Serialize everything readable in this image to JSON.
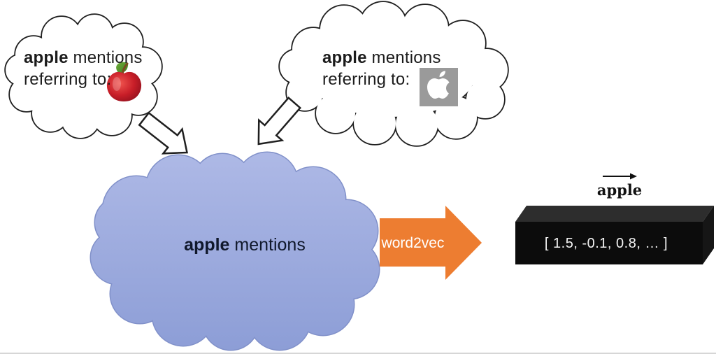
{
  "thought_cloud_left": {
    "line1_bold": "apple",
    "line1_rest": " mentions",
    "line2": "referring to:",
    "icon": "red-apple-photo"
  },
  "thought_cloud_right": {
    "line1_bold": "apple",
    "line1_rest": " mentions",
    "line2": "referring to:",
    "icon": "apple-company-logo"
  },
  "main_cloud": {
    "bold": "apple",
    "rest": " mentions"
  },
  "word2vec_arrow": {
    "label": "word2vec",
    "fill": "#ED7D31",
    "outline": "#cf6a24"
  },
  "vector_box": {
    "values": "[ 1.5, -0.1, 0.8, … ]",
    "word_label": "apple",
    "notation": "right-arrow-over-word"
  },
  "colors": {
    "main_cloud_top": "#aeb9e6",
    "main_cloud_bottom": "#8c9dd6",
    "main_cloud_outline": "#8090c9",
    "thought_cloud_fill": "#ffffff",
    "thought_cloud_outline": "#1f1f1f",
    "box_front": "#0c0c0c",
    "box_top": "#2d2d2d",
    "box_side": "#161616",
    "logo_background": "#9a9a9a"
  }
}
